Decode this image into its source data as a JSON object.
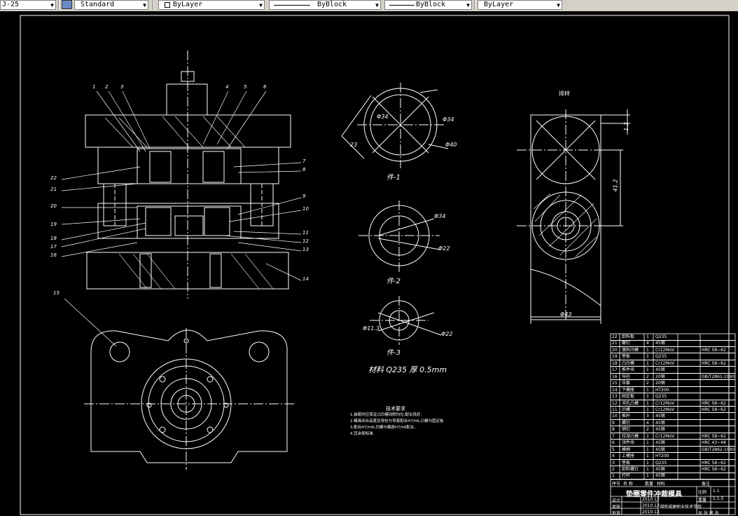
{
  "toolbar": {
    "textstyle_prefix": "J-25",
    "style_name": "Standard",
    "layer": "ByLayer",
    "linetype": "ByBlock",
    "lineweight": "ByBlock",
    "plotstyle": "ByLayer"
  },
  "callouts": [
    "1",
    "2",
    "3",
    "4",
    "5",
    "6",
    "7",
    "8",
    "9",
    "10",
    "11",
    "12",
    "13",
    "14",
    "15",
    "16",
    "17",
    "18",
    "19",
    "20",
    "21",
    "22"
  ],
  "views": {
    "part1": {
      "label": "件-1",
      "dim_outer": "Φ40",
      "dim_inner": "Φ34",
      "dim_angle": "23"
    },
    "part2": {
      "label": "件-2",
      "dim_outer": "Φ34",
      "dim_inner": "Φ22"
    },
    "part3": {
      "label": "件-3",
      "dim_outer": "Φ22",
      "dim_inner": "Φ11.3"
    },
    "material_note": "材料 Q235 厚 0.5mm",
    "layout": {
      "title": "排样",
      "dim_width": "Φ43",
      "dim_pitch": "41.2",
      "dim_edge": "1.2"
    }
  },
  "notes": {
    "title": "技术要求",
    "lines": [
      "1.装配时应保证凸凹模间隙均匀,配合良好,",
      "2.模具闭合高度及导柱与导套配合H7/h6,凸模与固定板",
      "3.配合H7/m6,凹模与模座H7/h6配合,",
      "4.其余按标准."
    ]
  },
  "bom": [
    {
      "no": "22",
      "name": "卸料板",
      "qty": "1",
      "mat": "Q235",
      "note": ""
    },
    {
      "no": "21",
      "name": "螺钉",
      "qty": "4",
      "mat": "45钢",
      "note": ""
    },
    {
      "no": "20",
      "name": "落料凹模",
      "qty": "1",
      "mat": "Cr12MoV",
      "note": "HRC 58~62"
    },
    {
      "no": "19",
      "name": "垫板",
      "qty": "1",
      "mat": "Q235",
      "note": ""
    },
    {
      "no": "18",
      "name": "凸凹模",
      "qty": "1",
      "mat": "Cr12MoV",
      "note": "HRC 58~62"
    },
    {
      "no": "17",
      "name": "推件块",
      "qty": "1",
      "mat": "45钢",
      "note": ""
    },
    {
      "no": "16",
      "name": "导柱",
      "qty": "2",
      "mat": "20钢",
      "note": "GB/T2861-1990"
    },
    {
      "no": "15",
      "name": "导套",
      "qty": "2",
      "mat": "20钢",
      "note": ""
    },
    {
      "no": "14",
      "name": "下模座",
      "qty": "1",
      "mat": "HT200",
      "note": ""
    },
    {
      "no": "13",
      "name": "固定板",
      "qty": "1",
      "mat": "Q235",
      "note": ""
    },
    {
      "no": "12",
      "name": "冲孔凸模",
      "qty": "1",
      "mat": "Cr12MoV",
      "note": "HRC 58~62"
    },
    {
      "no": "11",
      "name": "凹模",
      "qty": "1",
      "mat": "Cr12MoV",
      "note": "HRC 58~62"
    },
    {
      "no": "10",
      "name": "推杆",
      "qty": "3",
      "mat": "45钢",
      "note": ""
    },
    {
      "no": "9",
      "name": "螺钉",
      "qty": "4",
      "mat": "45钢",
      "note": ""
    },
    {
      "no": "8",
      "name": "销钉",
      "qty": "2",
      "mat": "45钢",
      "note": ""
    },
    {
      "no": "7",
      "name": "拉深凸模",
      "qty": "1",
      "mat": "Cr12MoV",
      "note": "HRC 58~62"
    },
    {
      "no": "6",
      "name": "顶件块",
      "qty": "1",
      "mat": "45钢",
      "note": "HRC 43~48"
    },
    {
      "no": "5",
      "name": "模柄",
      "qty": "1",
      "mat": "45钢",
      "note": "GB/T2862-1990"
    },
    {
      "no": "4",
      "name": "上模座",
      "qty": "1",
      "mat": "HT200",
      "note": ""
    },
    {
      "no": "3",
      "name": "垫板",
      "qty": "1",
      "mat": "Q235",
      "note": "HRC 58~62"
    },
    {
      "no": "2",
      "name": "卸料螺钉",
      "qty": "1",
      "mat": "45钢",
      "note": "HRC 58~62"
    },
    {
      "no": "1",
      "name": "打杆",
      "qty": "1",
      "mat": "45钢",
      "note": ""
    }
  ],
  "titleblock": {
    "header": [
      "序号",
      "名 称",
      "数量",
      "材料",
      "备注"
    ],
    "title": "垫圈零件冲裁模具",
    "fields": {
      "scale_label": "比例",
      "scale_value": "1:1",
      "weight_label": "重量",
      "weight_value": "1:1.5",
      "design_label": "设计",
      "design_date": "2010.12",
      "check_label": "审核",
      "check_date": "2010.12",
      "approve_label": "批准",
      "approve_date": "2010.12",
      "school": "湖南城建职业技术学院",
      "sheet": "共 张 第 张"
    }
  }
}
